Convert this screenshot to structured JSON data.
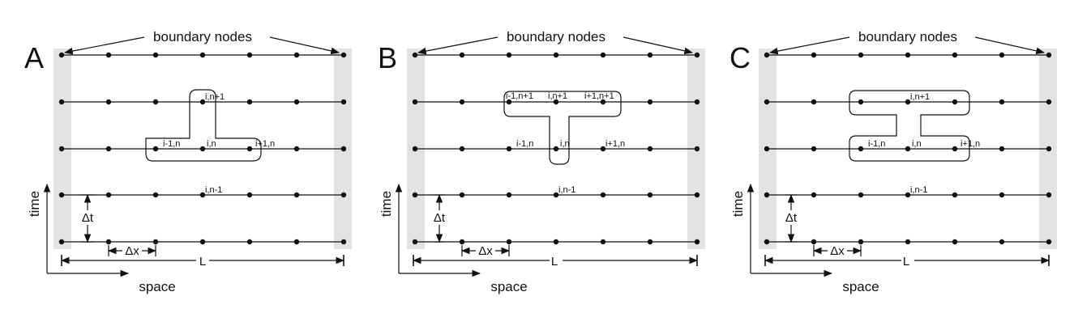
{
  "boundary_label": "boundary nodes",
  "time_label": "time",
  "space_label": "space",
  "dt_label": "Δt",
  "dx_label": "Δx",
  "length_label": "L",
  "panels": [
    {
      "letter": "A",
      "labels": [
        "i,n+1",
        "i-1,n",
        "i,n",
        "i+1,n",
        "i,n-1"
      ]
    },
    {
      "letter": "B",
      "labels": [
        "i-1,n+1",
        "i,n+1",
        "i+1,n+1",
        "i-1,n",
        "i,n",
        "i+1,n",
        "i,n-1"
      ]
    },
    {
      "letter": "C",
      "labels": [
        "i,n+1",
        "i-1,n",
        "i,n",
        "i+1,n",
        "i,n-1"
      ]
    }
  ]
}
